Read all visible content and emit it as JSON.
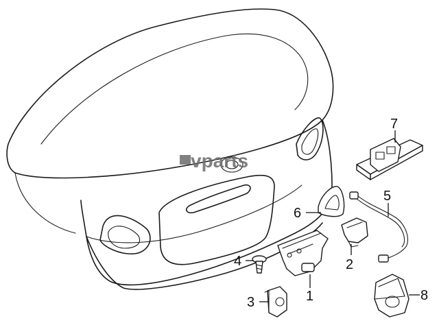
{
  "watermark": {
    "text": "vparts"
  },
  "callouts": [
    {
      "number": "1"
    },
    {
      "number": "2"
    },
    {
      "number": "3"
    },
    {
      "number": "4"
    },
    {
      "number": "5"
    },
    {
      "number": "6"
    },
    {
      "number": "7"
    },
    {
      "number": "8"
    }
  ]
}
